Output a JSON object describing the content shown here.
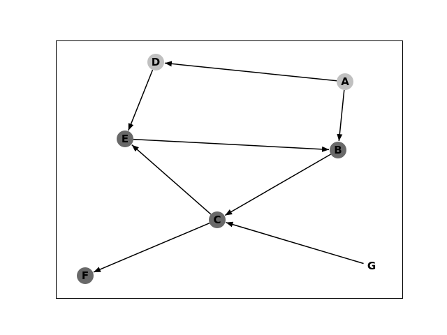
{
  "graph": {
    "nodes": [
      {
        "id": "A",
        "label": "A",
        "color": "#c0c0c0"
      },
      {
        "id": "B",
        "label": "B",
        "color": "#696969"
      },
      {
        "id": "C",
        "label": "C",
        "color": "#696969"
      },
      {
        "id": "D",
        "label": "D",
        "color": "#c0c0c0"
      },
      {
        "id": "E",
        "label": "E",
        "color": "#696969"
      },
      {
        "id": "F",
        "label": "F",
        "color": "#696969"
      },
      {
        "id": "G",
        "label": "G",
        "color": "#ffffff"
      }
    ],
    "edges": [
      {
        "from": "A",
        "to": "D"
      },
      {
        "from": "A",
        "to": "B"
      },
      {
        "from": "D",
        "to": "E"
      },
      {
        "from": "E",
        "to": "B"
      },
      {
        "from": "B",
        "to": "C"
      },
      {
        "from": "C",
        "to": "E"
      },
      {
        "from": "C",
        "to": "F"
      },
      {
        "from": "G",
        "to": "C"
      }
    ],
    "edge_color": "#000000",
    "frame_color": "#000000"
  }
}
